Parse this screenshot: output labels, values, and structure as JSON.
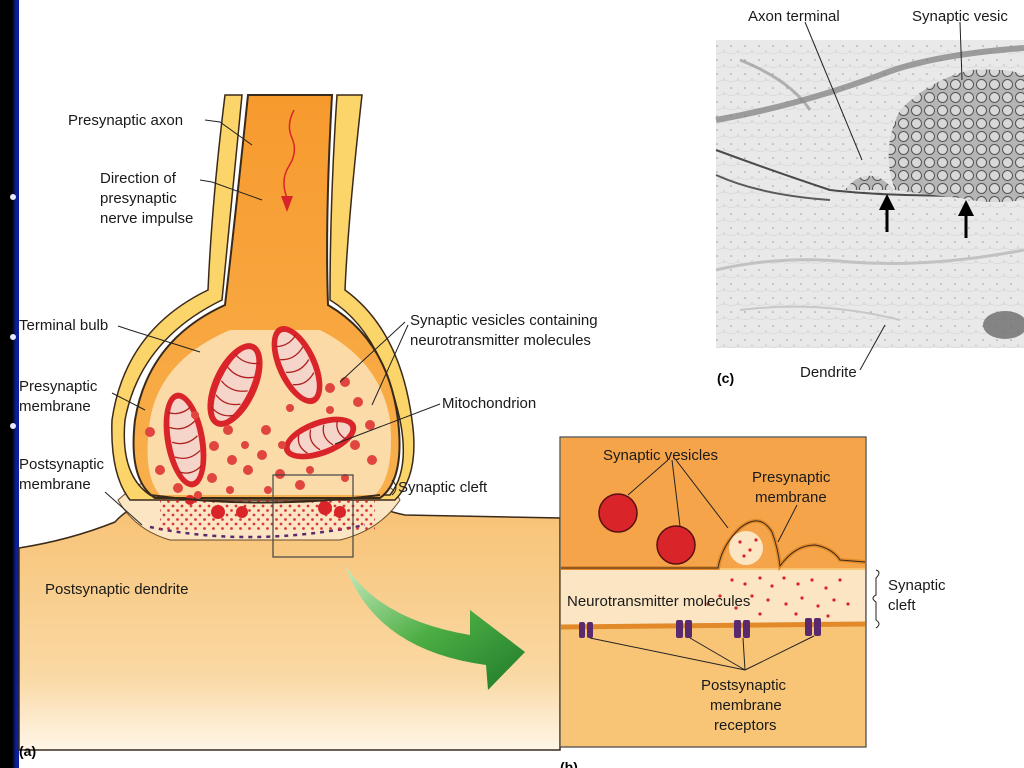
{
  "panel_a": {
    "letter": "(a)",
    "labels": {
      "presynaptic_axon": "Presynaptic axon",
      "direction_1": "Direction of",
      "direction_2": "presynaptic",
      "direction_3": "nerve impulse",
      "terminal_bulb": "Terminal bulb",
      "presyn_membrane_1": "Presynaptic",
      "presyn_membrane_2": "membrane",
      "postsyn_membrane_1": "Postsynaptic",
      "postsyn_membrane_2": "membrane",
      "vesicles_1": "Synaptic vesicles containing",
      "vesicles_2": "neurotransmitter molecules",
      "mitochondrion": "Mitochondrion",
      "synaptic_cleft": "Synaptic cleft",
      "postsyn_dendrite": "Postsynaptic dendrite"
    }
  },
  "panel_b": {
    "letter": "(b)",
    "labels": {
      "synaptic_vesicles": "Synaptic vesicles",
      "presyn_membrane_1": "Presynaptic",
      "presyn_membrane_2": "membrane",
      "cleft_1": "Synaptic",
      "cleft_2": "cleft",
      "neurotransmitter": "Neurotransmitter molecules",
      "receptors_1": "Postsynaptic",
      "receptors_2": "membrane",
      "receptors_3": "receptors"
    }
  },
  "panel_c": {
    "letter": "(c)",
    "labels": {
      "axon_terminal": "Axon terminal",
      "synaptic_vesicles": "Synaptic vesic",
      "dendrite": "Dendrite"
    }
  },
  "colors": {
    "axon_orange": "#f6a33c",
    "myelin_yellow": "#fcd56a",
    "dendrite_tan": "#f8c577",
    "cleft_cream": "#fbe5c3",
    "vesicle_red": "#d9252a",
    "receptor_purple": "#5a2a6e",
    "arrow_green": "#3a9a3a",
    "slide_navy": "#0b1f9a"
  }
}
